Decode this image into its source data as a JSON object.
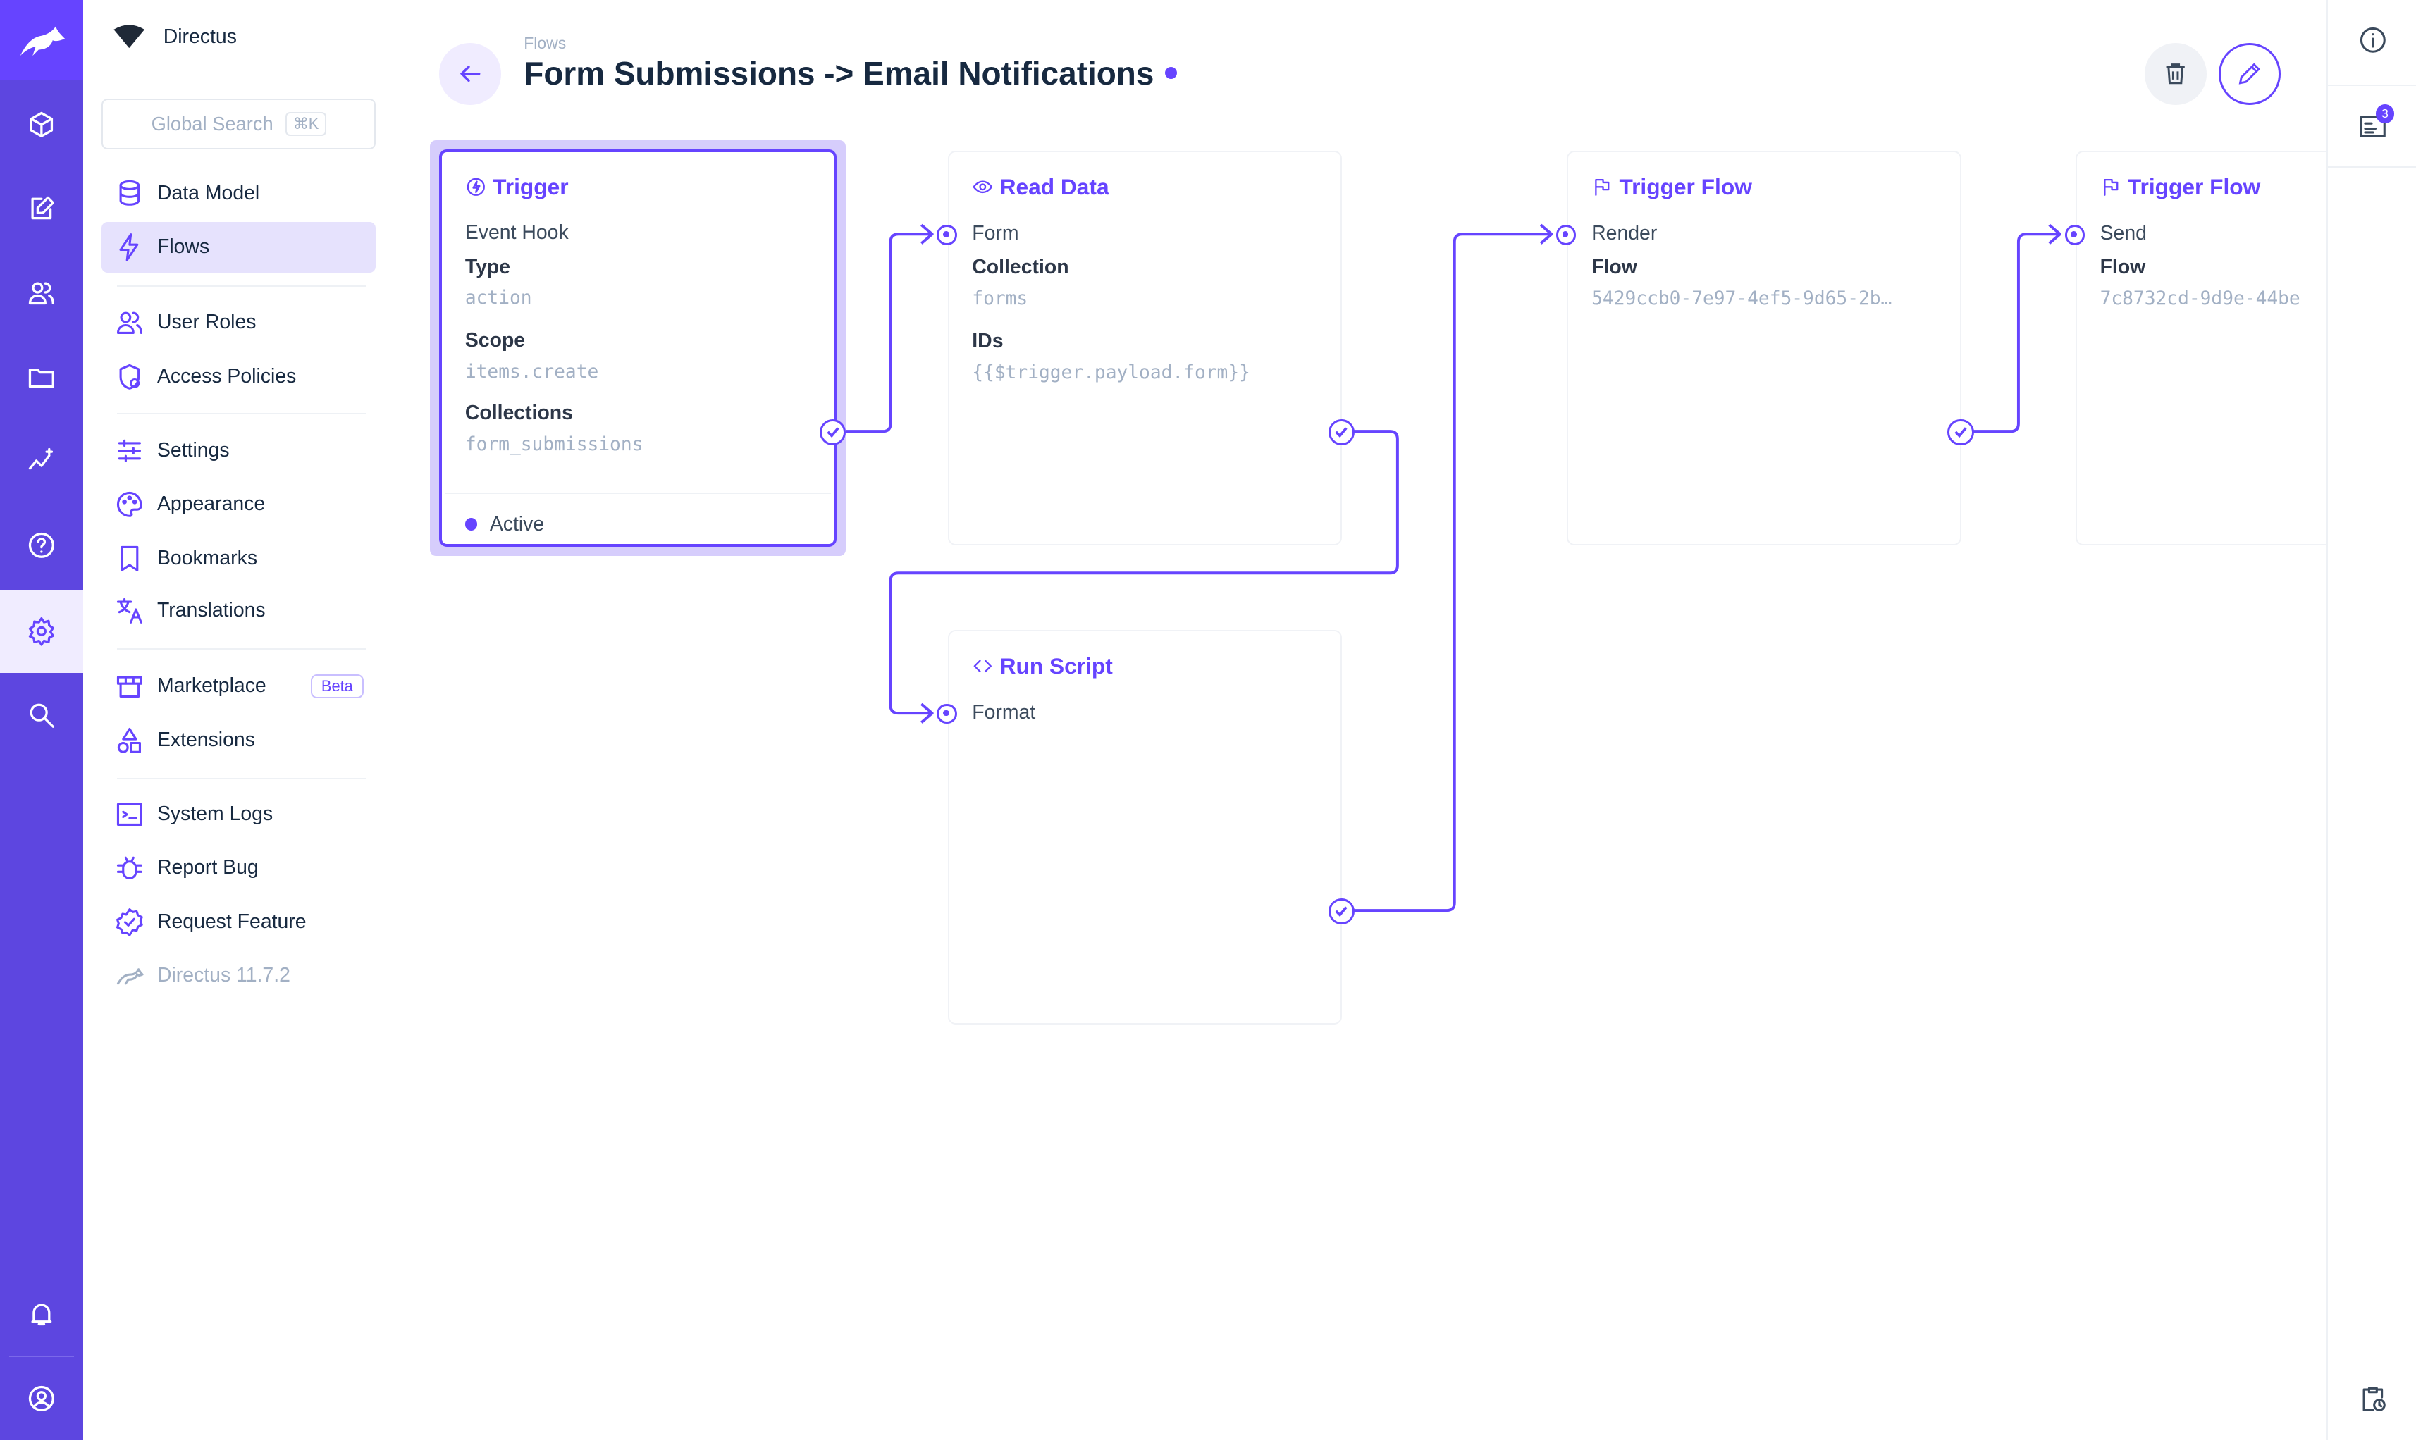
{
  "app": {
    "project_name": "Directus",
    "version": "Directus 11.7.2"
  },
  "colors": {
    "accent": "#6644ff",
    "rail": "#5d46e0",
    "muted": "#a2b0c4"
  },
  "rail": {
    "items": [
      "box-icon",
      "edit-icon",
      "users-icon",
      "folder-icon",
      "insights-icon",
      "help-icon",
      "settings-icon",
      "search-icon"
    ],
    "active": "settings-icon"
  },
  "search": {
    "placeholder": "Global Search",
    "shortcut": "⌘K"
  },
  "nav": {
    "items": [
      {
        "label": "Data Model",
        "icon": "database-icon"
      },
      {
        "label": "Flows",
        "icon": "bolt-icon",
        "active": true
      },
      {
        "label": "User Roles",
        "icon": "users-icon"
      },
      {
        "label": "Access Policies",
        "icon": "shield-icon"
      },
      {
        "label": "Settings",
        "icon": "sliders-icon"
      },
      {
        "label": "Appearance",
        "icon": "palette-icon"
      },
      {
        "label": "Bookmarks",
        "icon": "bookmark-icon"
      },
      {
        "label": "Translations",
        "icon": "translate-icon"
      },
      {
        "label": "Marketplace",
        "icon": "store-icon",
        "badge": "Beta"
      },
      {
        "label": "Extensions",
        "icon": "shapes-icon"
      },
      {
        "label": "System Logs",
        "icon": "terminal-icon"
      },
      {
        "label": "Report Bug",
        "icon": "bug-icon"
      },
      {
        "label": "Request Feature",
        "icon": "badge-check-icon"
      }
    ]
  },
  "header": {
    "breadcrumb": "Flows",
    "title": "Form Submissions -> Email Notifications",
    "status_dot_color": "#6644ff"
  },
  "flow": {
    "trigger": {
      "title": "Trigger",
      "subtitle": "Event Hook",
      "fields": [
        {
          "label": "Type",
          "value": "action"
        },
        {
          "label": "Scope",
          "value": "items.create"
        },
        {
          "label": "Collections",
          "value": "form_submissions"
        }
      ],
      "status": "Active"
    },
    "read_data": {
      "title": "Read Data",
      "name": "Form",
      "fields": [
        {
          "label": "Collection",
          "value": "forms"
        },
        {
          "label": "IDs",
          "value": "{{$trigger.payload.form}}"
        }
      ]
    },
    "run_script": {
      "title": "Run Script",
      "name": "Format"
    },
    "trigger_flow_1": {
      "title": "Trigger Flow",
      "name": "Render",
      "fields": [
        {
          "label": "Flow",
          "value": "5429ccb0-7e97-4ef5-9d65-2b…"
        }
      ]
    },
    "trigger_flow_2": {
      "title": "Trigger Flow",
      "name": "Send",
      "fields": [
        {
          "label": "Flow",
          "value": "7c8732cd-9d9e-44be"
        }
      ]
    }
  },
  "sidebar_right": {
    "notifications_count": "3"
  }
}
